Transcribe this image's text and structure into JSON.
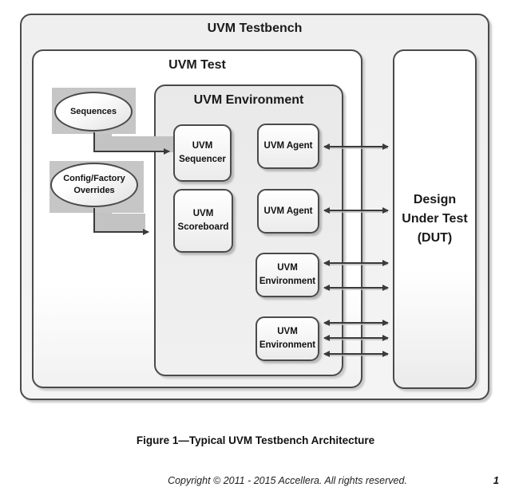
{
  "figure": {
    "testbench": {
      "title": "UVM Testbench"
    },
    "test": {
      "title": "UVM Test"
    },
    "environment": {
      "title": "UVM Environment"
    },
    "dut": {
      "lines": [
        "Design",
        "Under Test",
        "(DUT)"
      ]
    },
    "sequences": {
      "label": "Sequences"
    },
    "config_overrides": {
      "lines": [
        "Config/Factory",
        "Overrides"
      ]
    },
    "sequencer": {
      "lines": [
        "UVM",
        "Sequencer"
      ]
    },
    "scoreboard": {
      "lines": [
        "UVM",
        "Scoreboard"
      ]
    },
    "agent_top": {
      "label": "UVM Agent"
    },
    "agent_middle": {
      "label": "UVM Agent"
    },
    "environment_block_top": {
      "lines": [
        "UVM",
        "Environment"
      ]
    },
    "environment_block_bottom": {
      "lines": [
        "UVM",
        "Environment"
      ]
    }
  },
  "caption": "Figure 1—Typical UVM Testbench Architecture",
  "footer": {
    "copyright": "Copyright © 2011 - 2015 Accellera. All rights reserved.",
    "page_number": "1"
  },
  "colors": {
    "box_border": "#4a4a4a",
    "panel_fill": "#f1f1f1",
    "environment_fill": "#eaeaea",
    "block_fill": "#fafafa",
    "connector_band": "#c3c3c3",
    "ellipse_shadow": "#c6c6c6",
    "arrow": "#3a3a3a",
    "text": "#1a1a1a"
  }
}
